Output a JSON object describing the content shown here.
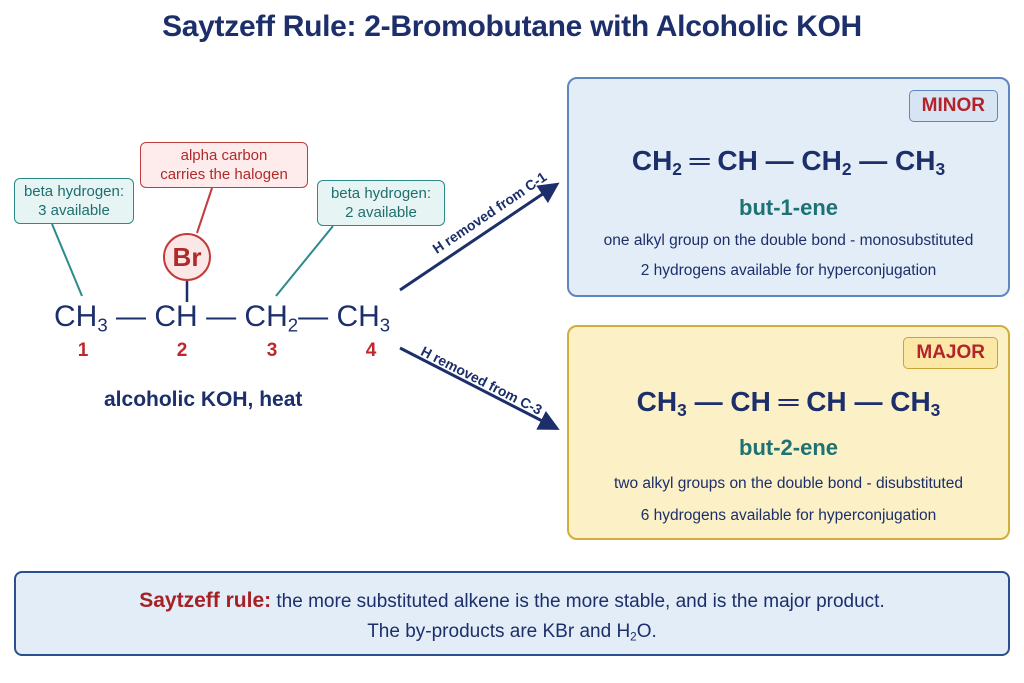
{
  "title": "Saytzeff Rule: 2-Bromobutane with Alcoholic KOH",
  "callouts": {
    "beta_left": [
      "beta hydrogen:",
      "3 available"
    ],
    "alpha": [
      "alpha carbon",
      "carries the halogen"
    ],
    "beta_right": [
      "beta hydrogen:",
      "2 available"
    ]
  },
  "reactant": {
    "substituent": "Br",
    "groups": [
      "CH",
      "CH",
      "CH",
      "CH"
    ],
    "subscripts": [
      "3",
      "",
      "2",
      "3"
    ],
    "bond": "—",
    "carbon_numbers": [
      "1",
      "2",
      "3",
      "4"
    ],
    "reagent": "alcoholic KOH, heat"
  },
  "arrows": {
    "top_label": "H removed from C-1",
    "bottom_label": "H removed from C-3"
  },
  "minor_product": {
    "badge": "MINOR",
    "groups": [
      "CH",
      "CH",
      "CH",
      "CH"
    ],
    "subscripts": [
      "2",
      "",
      "2",
      "3"
    ],
    "bonds": [
      "═",
      "—",
      "—"
    ],
    "name": "but-1-ene",
    "description": "one alkyl group on the double bond - monosubstituted",
    "hyperconjugation": "2 hydrogens available for hyperconjugation"
  },
  "major_product": {
    "badge": "MAJOR",
    "groups": [
      "CH",
      "CH",
      "CH",
      "CH"
    ],
    "subscripts": [
      "3",
      "",
      "",
      "3"
    ],
    "bonds": [
      "—",
      "═",
      "—"
    ],
    "name": "but-2-ene",
    "description": "two alkyl groups on the double bond - disubstituted",
    "hyperconjugation": "6 hydrogens available for hyperconjugation"
  },
  "rule": {
    "lead": "Saytzeff rule:",
    "text": "the more substituted alkene is the more stable, and is the major product.",
    "byproducts_prefix": "The by-products are KBr and H",
    "byproducts_sub": "2",
    "byproducts_suffix": "O."
  },
  "colors": {
    "navy": "#1c2f6b",
    "red": "#c0262c",
    "teal": "#1d7373",
    "minor_bg": "#e3edf7",
    "major_bg": "#fbf0c6"
  }
}
